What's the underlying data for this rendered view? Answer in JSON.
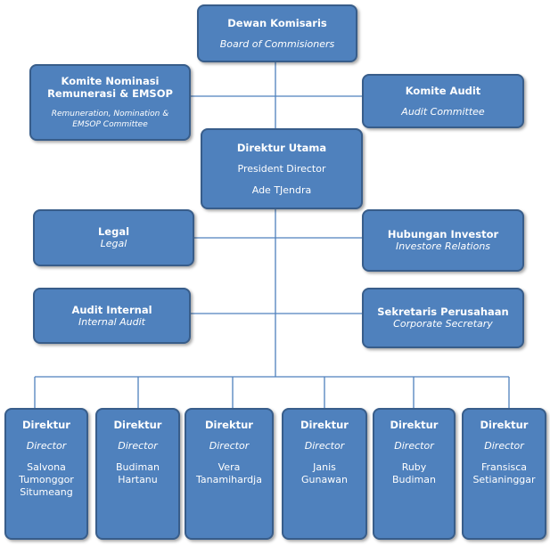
{
  "board": {
    "title": "Dewan Komisaris",
    "subtitle": "Board of Commisioners"
  },
  "nomination": {
    "title_line1": "Komite Nominasi",
    "title_line2": "Remunerasi & EMSOP",
    "subtitle_line1": "Remuneration, Nomination &",
    "subtitle_line2": "EMSOP Committee"
  },
  "audit_committee": {
    "title": "Komite Audit",
    "subtitle": "Audit Committee"
  },
  "president": {
    "title": "Direktur Utama",
    "subtitle": "President Director",
    "name": "Ade TJendra"
  },
  "legal": {
    "title": "Legal",
    "subtitle": "Legal"
  },
  "investor": {
    "title": "Hubungan Investor",
    "subtitle": "Investore Relations"
  },
  "internal_audit": {
    "title": "Audit Internal",
    "subtitle": "Internal Audit"
  },
  "secretary": {
    "title": "Sekretaris Perusahaan",
    "subtitle": "Corporate Secretary"
  },
  "directors": [
    {
      "title": "Direktur",
      "subtitle": "Director",
      "name_lines": [
        "Salvona",
        "Tumonggor",
        "Situmeang"
      ]
    },
    {
      "title": "Direktur",
      "subtitle": "Director",
      "name_lines": [
        "Budiman",
        "Hartanu"
      ]
    },
    {
      "title": "Direktur",
      "subtitle": "Director",
      "name_lines": [
        "Vera",
        "Tanamihardja"
      ]
    },
    {
      "title": "Direktur",
      "subtitle": "Director",
      "name_lines": [
        "Janis",
        "Gunawan"
      ]
    },
    {
      "title": "Direktur",
      "subtitle": "Director",
      "name_lines": [
        "Ruby",
        "Budiman"
      ]
    },
    {
      "title": "Direktur",
      "subtitle": "Director",
      "name_lines": [
        "Fransisca",
        "Setianinggar"
      ]
    }
  ]
}
